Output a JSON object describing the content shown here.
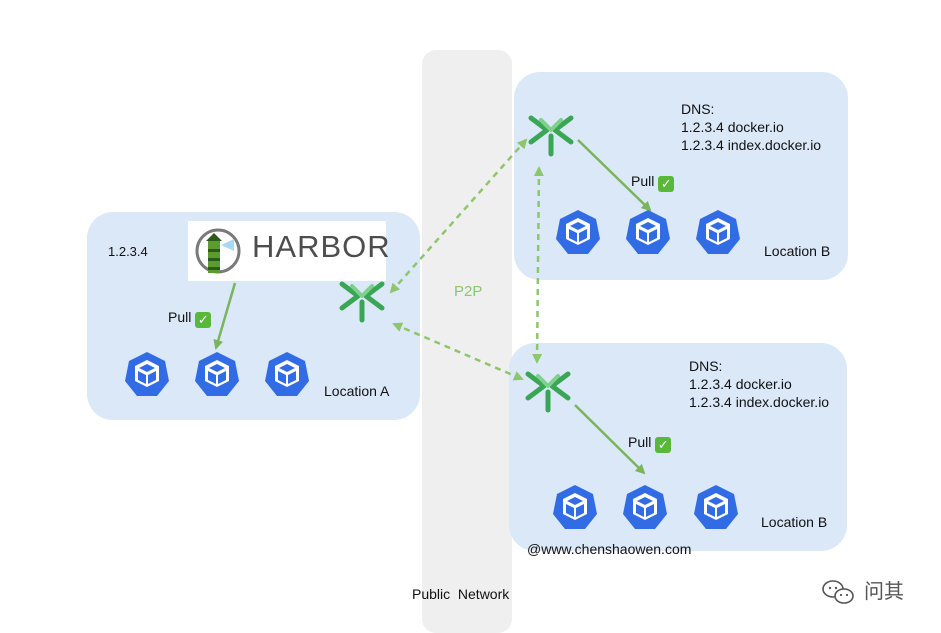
{
  "public_network": {
    "label": "Public  Network"
  },
  "p2p_label": "P2P",
  "location_a": {
    "ip": "1.2.3.4",
    "logo_text": "HARBOR",
    "pull_label": "Pull",
    "check": "✓",
    "name": "Location A"
  },
  "location_b_top": {
    "dns_title": "DNS:",
    "dns_lines": [
      "1.2.3.4 docker.io",
      "1.2.3.4 index.docker.io"
    ],
    "pull_label": "Pull",
    "check": "✓",
    "name": "Location B"
  },
  "location_b_bottom": {
    "dns_title": "DNS:",
    "dns_lines": [
      "1.2.3.4 docker.io",
      "1.2.3.4 index.docker.io"
    ],
    "pull_label": "Pull",
    "check": "✓",
    "name": "Location B"
  },
  "credit": "@www.chenshaowen.com",
  "watermark": {
    "text": "问其",
    "icon": "wechat-icon"
  },
  "colors": {
    "panel": "#dbe8f8",
    "public_network": "#efefef",
    "arrow": "#7ab55c",
    "dashed_arrow": "#8dc66d",
    "k8s_blue": "#326ce5",
    "dragonfly_green": "#3aa655",
    "check_green": "#58b83a"
  }
}
